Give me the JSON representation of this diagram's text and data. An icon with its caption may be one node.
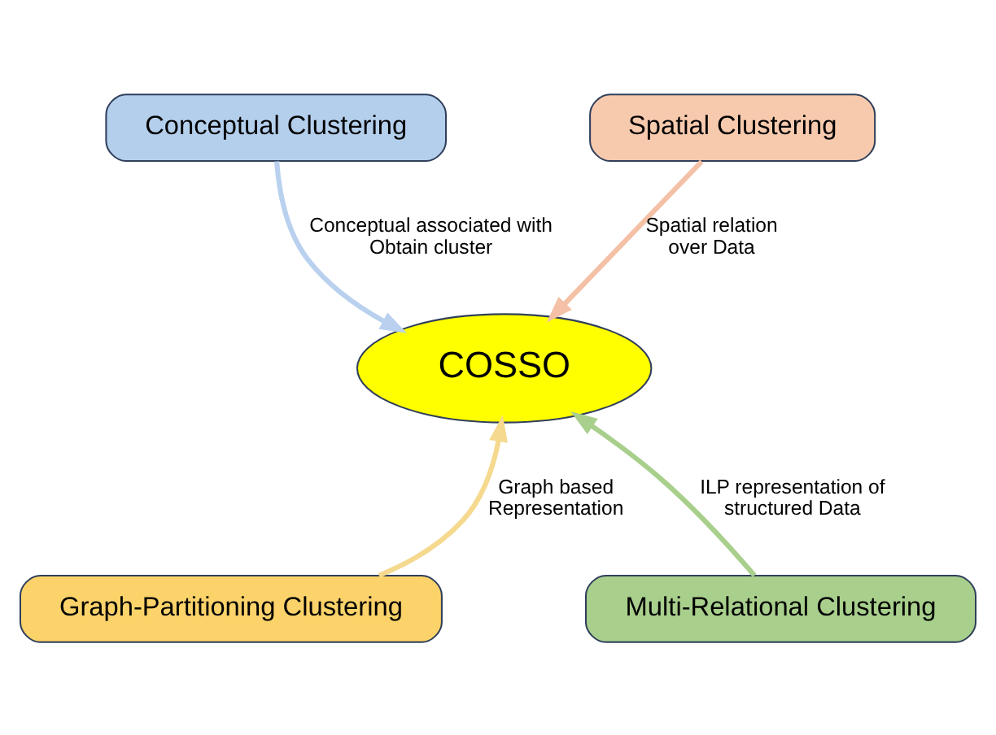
{
  "diagram": {
    "nodes": [
      {
        "text": [
          "Conceptual Clustering"
        ]
      },
      {
        "text": [
          "Spatial Clustering"
        ]
      },
      {
        "text": [
          "COSSO"
        ]
      },
      {
        "text": [
          "Graph-Partitioning Clustering"
        ]
      },
      {
        "text": [
          "Multi-Relational Clustering"
        ]
      }
    ],
    "edges": [
      {
        "from": 0,
        "to": 2,
        "arrow": "to",
        "label": "Conceptual associated with Obtain cluster",
        "color": "#b9d1ee"
      },
      {
        "from": 1,
        "to": 2,
        "arrow": "to",
        "label": "Spatial relation over Data",
        "color": "#f4c0a6"
      },
      {
        "from": 3,
        "to": 2,
        "arrow": "to",
        "label": "Graph based Representation",
        "color": "#f5d98e"
      },
      {
        "from": 4,
        "to": 2,
        "arrow": "to",
        "label": "ILP representation of structured Data",
        "color": "#a9cf8d"
      }
    ]
  }
}
